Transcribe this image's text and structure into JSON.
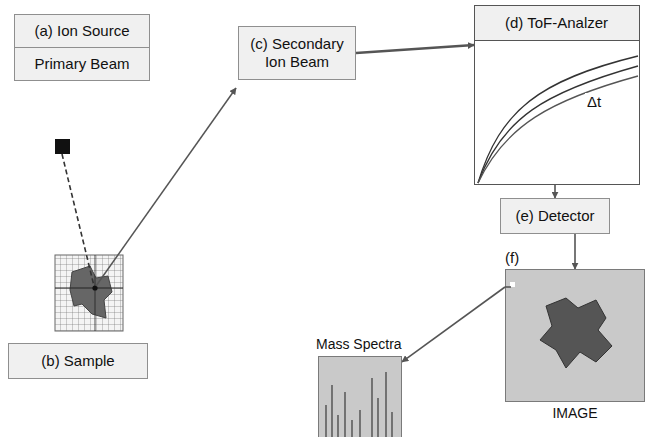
{
  "diagram": {
    "nodes": [
      {
        "text": [
          "(a) Ion Source",
          "Primary Beam"
        ]
      },
      {
        "text": [
          "(b) Sample"
        ]
      },
      {
        "text": [
          "(c) Secondary Ion Beam"
        ]
      },
      {
        "text": [
          "(d) ToF-Analzer",
          "Δt"
        ]
      },
      {
        "text": [
          "(e) Detector"
        ]
      },
      {
        "text": [
          "(f)",
          "IMAGE"
        ]
      },
      {
        "text": [
          "Mass Spectra"
        ]
      }
    ],
    "edges": [
      {
        "from": 2,
        "to": 3,
        "arrow": "to"
      },
      {
        "from": 3,
        "to": 4,
        "arrow": "to"
      },
      {
        "from": 4,
        "to": 5,
        "arrow": "to"
      },
      {
        "from": 5,
        "to": 6,
        "arrow": "to"
      }
    ]
  }
}
